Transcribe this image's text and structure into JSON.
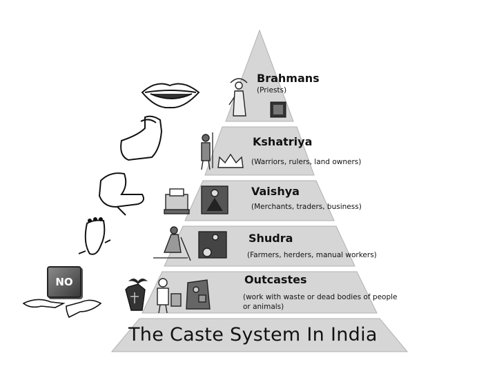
{
  "diagram": {
    "title": "The Caste System In India",
    "levels": [
      {
        "name": "Brahmans",
        "description": "(Priests)",
        "body_part": "mouth-icon"
      },
      {
        "name": "Kshatriya",
        "description": "(Warriors, rulers, land owners)",
        "body_part": "arm-icon"
      },
      {
        "name": "Vaishya",
        "description": "(Merchants, traders, business)",
        "body_part": "thigh-icon"
      },
      {
        "name": "Shudra",
        "description": "(Farmers, herders, manual workers)",
        "body_part": "foot-icon"
      },
      {
        "name": "Outcastes",
        "description_line1": "(work with waste or dead bodies of people",
        "description_line2": "or animals)",
        "body_part": "no-hands-icon"
      }
    ],
    "no_badge": "NO"
  },
  "colors": {
    "band": "#d6d6d6",
    "outline": "#a9a9a9",
    "ink": "#111111"
  }
}
